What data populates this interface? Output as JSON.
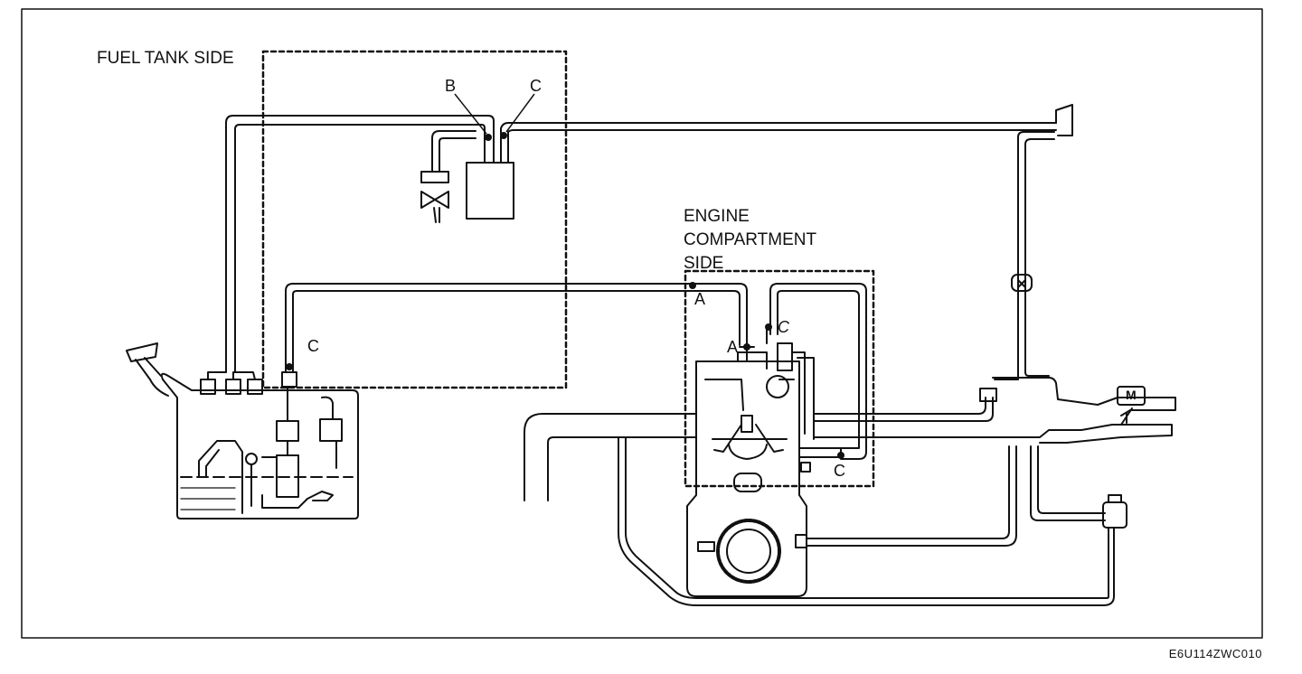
{
  "labels": {
    "fuel_tank_side": "FUEL TANK SIDE",
    "engine_side_line1": "ENGINE",
    "engine_side_line2": "COMPARTMENT",
    "engine_side_line3": "SIDE",
    "point_b": "B",
    "point_c": "C",
    "point_a": "A",
    "point_m": "M"
  },
  "figure_code": "E6U114ZWC010",
  "colors": {
    "line": "#111111",
    "background": "#ffffff"
  }
}
